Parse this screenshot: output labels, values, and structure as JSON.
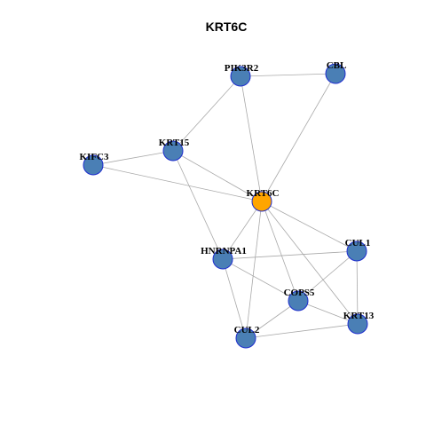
{
  "graph": {
    "title": "KRT6C",
    "colors": {
      "node_default": "#4a7fb5",
      "node_focus": "#ffa500",
      "node_border": "#1f2ecf",
      "edge": "#a9a9a9"
    },
    "nodes": [
      {
        "id": "PIK3R2",
        "label": "PIK3R2",
        "focus": false
      },
      {
        "id": "CBL",
        "label": "CBL",
        "focus": false
      },
      {
        "id": "KRT15",
        "label": "KRT15",
        "focus": false
      },
      {
        "id": "KIFC3",
        "label": "KIFC3",
        "focus": false
      },
      {
        "id": "KRT6C",
        "label": "KRT6C",
        "focus": true
      },
      {
        "id": "HNRNPA1",
        "label": "HNRNPA1",
        "focus": false
      },
      {
        "id": "CUL1",
        "label": "CUL1",
        "focus": false
      },
      {
        "id": "COPS5",
        "label": "COPS5",
        "focus": false
      },
      {
        "id": "KRT13",
        "label": "KRT13",
        "focus": false
      },
      {
        "id": "CUL2",
        "label": "CUL2",
        "focus": false
      }
    ],
    "edges": [
      [
        "PIK3R2",
        "CBL"
      ],
      [
        "PIK3R2",
        "KRT15"
      ],
      [
        "PIK3R2",
        "KRT6C"
      ],
      [
        "CBL",
        "KRT6C"
      ],
      [
        "KRT15",
        "KIFC3"
      ],
      [
        "KRT15",
        "KRT6C"
      ],
      [
        "KRT15",
        "HNRNPA1"
      ],
      [
        "KIFC3",
        "KRT6C"
      ],
      [
        "KRT6C",
        "HNRNPA1"
      ],
      [
        "KRT6C",
        "CUL1"
      ],
      [
        "KRT6C",
        "COPS5"
      ],
      [
        "KRT6C",
        "KRT13"
      ],
      [
        "KRT6C",
        "CUL2"
      ],
      [
        "HNRNPA1",
        "CUL1"
      ],
      [
        "HNRNPA1",
        "COPS5"
      ],
      [
        "HNRNPA1",
        "CUL2"
      ],
      [
        "CUL1",
        "COPS5"
      ],
      [
        "CUL1",
        "KRT13"
      ],
      [
        "COPS5",
        "KRT13"
      ],
      [
        "COPS5",
        "CUL2"
      ],
      [
        "CUL2",
        "KRT13"
      ]
    ]
  }
}
